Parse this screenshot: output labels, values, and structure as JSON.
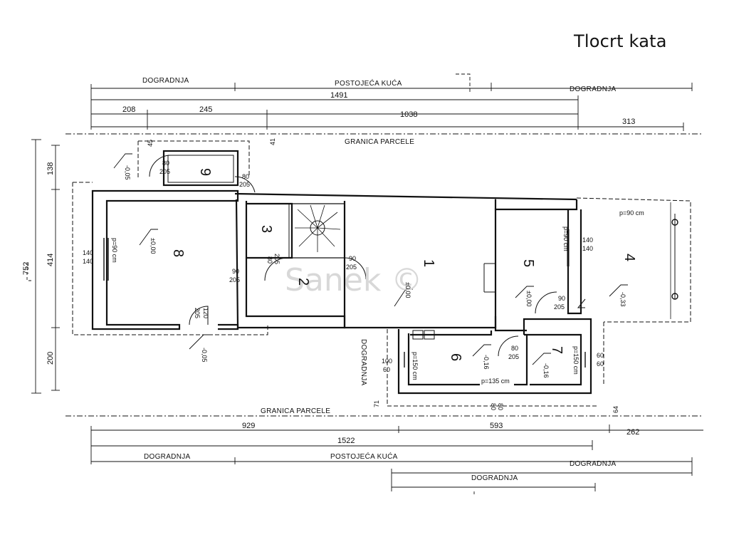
{
  "title": "Tlocrt kata",
  "watermark": "Sanek ©",
  "labels": {
    "dogradnja": "DOGRADNJA",
    "postojeca": "POSTOJEĆA KUĆA",
    "granica": "GRANICA PARCELE",
    "p90cm": "p=90 cm",
    "p150cm": "p=150 cm",
    "p135cm": "p=135 cm",
    "dim_top_total": "1491",
    "dim_top_208": "208",
    "dim_top_245": "245",
    "dim_top_1038": "1038",
    "dim_top_313": "313",
    "dim_bot_929": "929",
    "dim_bot_593": "593",
    "dim_bot_262": "262",
    "dim_bot_total": "1522",
    "dim_left_752": "752",
    "dim_left_138": "138",
    "dim_left_414": "414",
    "dim_left_200": "200",
    "dim_45": "45",
    "dim_41": "41",
    "dim_71": "71",
    "dim_64": "64"
  },
  "rooms": [
    {
      "num": "1"
    },
    {
      "num": "2"
    },
    {
      "num": "3"
    },
    {
      "num": "4"
    },
    {
      "num": "5"
    },
    {
      "num": "6"
    },
    {
      "num": "7"
    },
    {
      "num": "8"
    },
    {
      "num": "9"
    }
  ],
  "levels": {
    "l_pm005": "-0,05",
    "l_000": "±0,00",
    "l_pm016": "-0,16",
    "l_pm033": "-0,33"
  },
  "openings": {
    "d80_205": [
      "80",
      "205"
    ],
    "d90_205": [
      "90",
      "205"
    ],
    "d120_205": [
      "120",
      "205"
    ],
    "w140_140": [
      "140",
      "140"
    ],
    "w100_60": [
      "100",
      "60"
    ],
    "w60_60": [
      "60",
      "60"
    ],
    "w80": "80",
    "w80_80": [
      "80",
      "80"
    ]
  }
}
